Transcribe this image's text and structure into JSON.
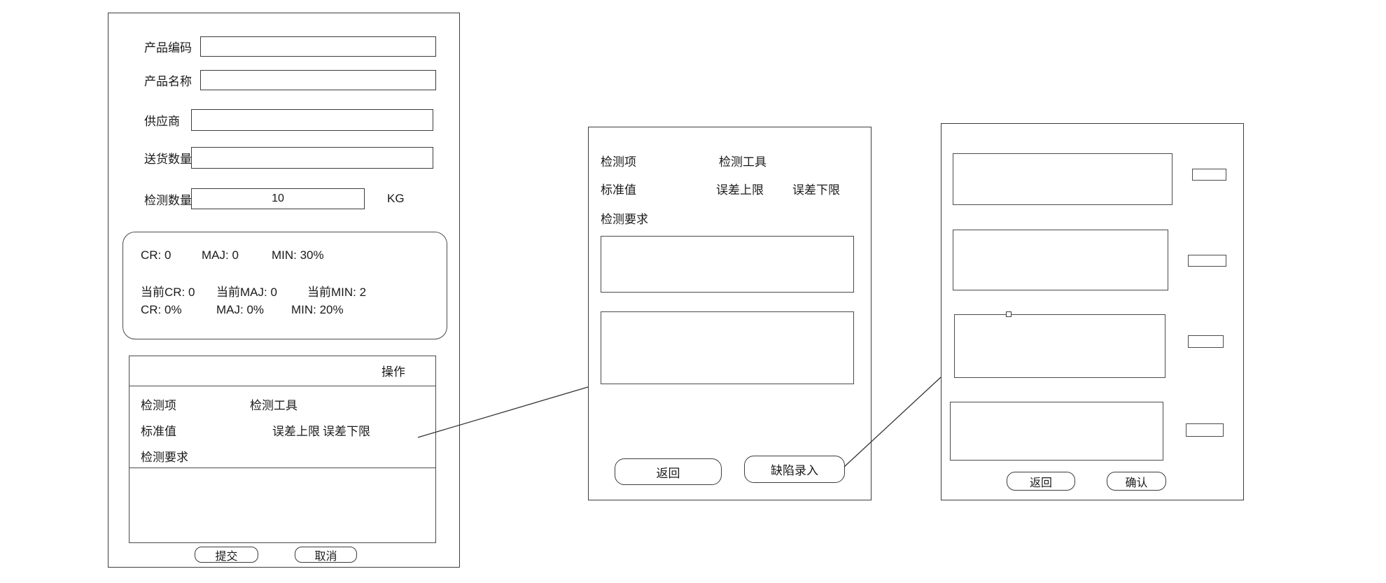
{
  "main_form": {
    "fields": [
      {
        "label": "产品编码",
        "value": ""
      },
      {
        "label": "产品名称",
        "value": ""
      },
      {
        "label": "供应商",
        "value": ""
      },
      {
        "label": "送货数量",
        "value": ""
      },
      {
        "label": "检测数量",
        "value": "10",
        "unit": "KG"
      }
    ],
    "stats": {
      "row1": [
        "CR: 0",
        "MAJ: 0",
        "MIN: 30%"
      ],
      "row2": [
        "当前CR: 0",
        "当前MAJ: 0",
        "当前MIN: 2"
      ],
      "row3": [
        "CR: 0%",
        "MAJ: 0%",
        "MIN: 20%"
      ]
    },
    "table": {
      "action_header": "操作",
      "col_item": "检测项",
      "col_tool": "检测工具",
      "col_standard": "标准值",
      "col_upper": "误差上限",
      "col_lower": "误差下限",
      "col_requirement": "检测要求"
    },
    "buttons": {
      "submit": "提交",
      "cancel": "取消"
    }
  },
  "detail_form": {
    "labels": {
      "item": "检测项",
      "tool": "检测工具",
      "standard": "标准值",
      "upper": "误差上限",
      "lower": "误差下限",
      "requirement": "检测要求"
    },
    "buttons": {
      "back": "返回",
      "defect_entry": "缺陷录入"
    }
  },
  "defect_form": {
    "buttons": {
      "back": "返回",
      "confirm": "确认"
    }
  }
}
